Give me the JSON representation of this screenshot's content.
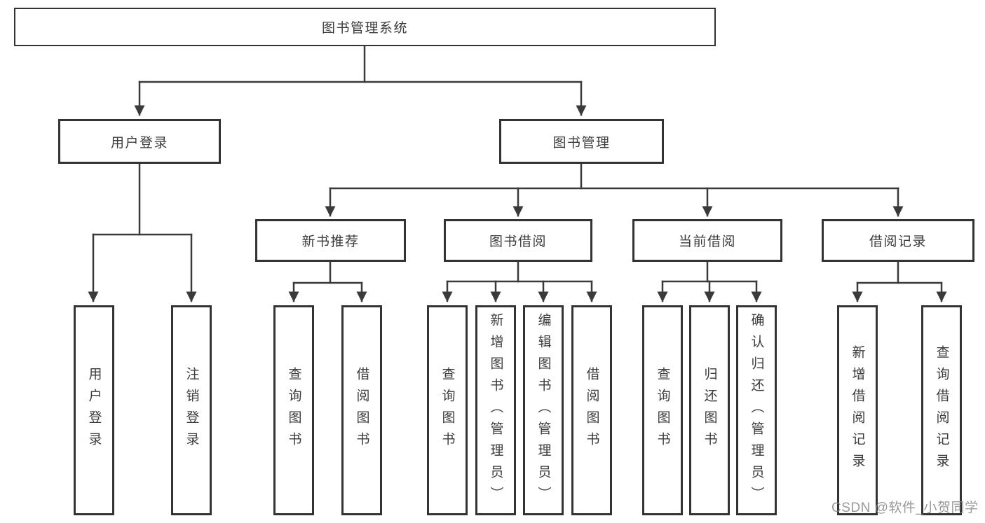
{
  "tree": {
    "root": {
      "label": "图书管理系统"
    },
    "branches": [
      {
        "label": "用户登录",
        "children": [
          {
            "label": "用户登录"
          },
          {
            "label": "注销登录"
          }
        ]
      },
      {
        "label": "图书管理",
        "children": [
          {
            "label": "新书推荐",
            "children": [
              {
                "label": "查询图书"
              },
              {
                "label": "借阅图书"
              }
            ]
          },
          {
            "label": "图书借阅",
            "children": [
              {
                "label": "查询图书"
              },
              {
                "label": "新增图书（管理员）"
              },
              {
                "label": "编辑图书（管理员）"
              },
              {
                "label": "借阅图书"
              }
            ]
          },
          {
            "label": "当前借阅",
            "children": [
              {
                "label": "查询图书"
              },
              {
                "label": "归还图书"
              },
              {
                "label": "确认归还（管理员）"
              }
            ]
          },
          {
            "label": "借阅记录",
            "children": [
              {
                "label": "新增借阅记录"
              },
              {
                "label": "查询借阅记录"
              }
            ]
          }
        ]
      }
    ]
  },
  "watermark": {
    "text": "CSDN @软件_小贺同学"
  },
  "colors": {
    "line": "#3a3a3a",
    "box_border": "#333333",
    "text": "#3b3b3b",
    "watermark": "#878787",
    "background": "#ffffff"
  }
}
